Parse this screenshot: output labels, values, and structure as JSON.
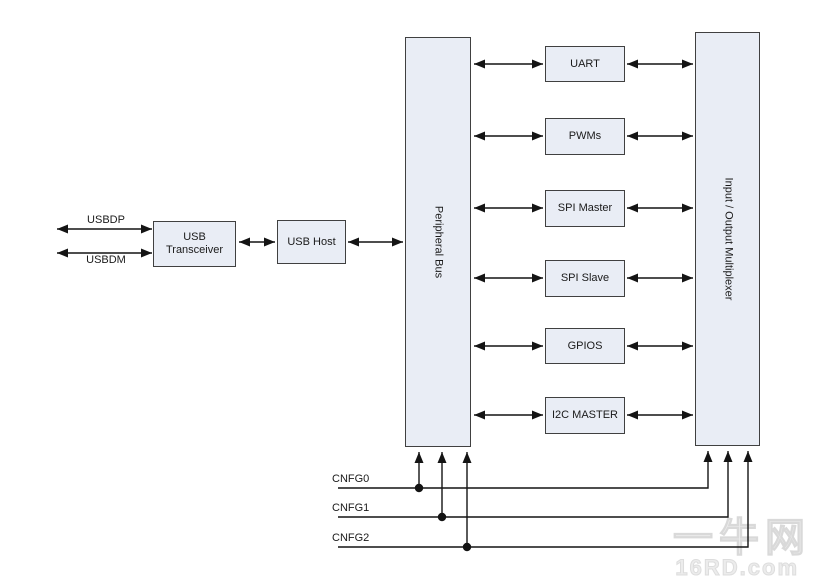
{
  "blocks": {
    "usb_transceiver": "USB Transceiver",
    "usb_host": "USB Host",
    "peripheral_bus": "Peripheral Bus",
    "uart": "UART",
    "pwms": "PWMs",
    "spi_master": "SPI Master",
    "spi_slave": "SPI Slave",
    "gpios": "GPIOS",
    "i2c_master": "I2C MASTER",
    "io_multiplexer": "Input / Output Multiplexer"
  },
  "signals": {
    "usbdp": "USBDP",
    "usbdm": "USBDM",
    "cnfg0": "CNFG0",
    "cnfg1": "CNFG1",
    "cnfg2": "CNFG2"
  },
  "watermark": {
    "line1": "一牛网",
    "line2": "16RD.com"
  },
  "colors": {
    "background": "#ffffff",
    "block_fill": "#e9edf5",
    "block_border": "#404040",
    "line": "#141414",
    "watermark": "#ececec"
  }
}
